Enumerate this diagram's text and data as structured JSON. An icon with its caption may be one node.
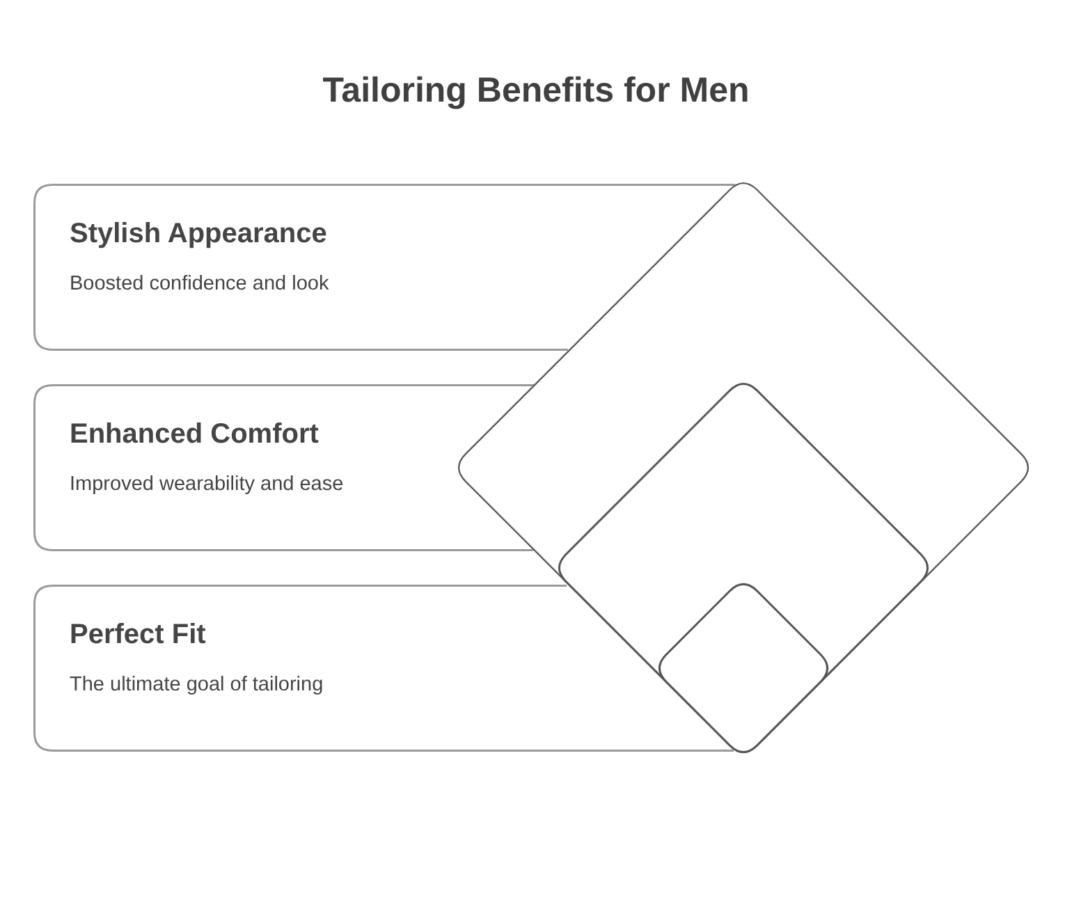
{
  "diagram": {
    "title": "Tailoring Benefits for Men",
    "nodes": [
      {
        "text": [
          "Stylish Appearance",
          "Boosted confidence and look"
        ]
      },
      {
        "text": [
          "Enhanced Comfort",
          "Improved wearability and ease"
        ]
      },
      {
        "text": [
          "Perfect Fit",
          "The ultimate goal of tailoring"
        ]
      },
      {
        "text": [],
        "shape": "diamond"
      },
      {
        "text": [],
        "shape": "diamond",
        "in": 3
      },
      {
        "text": [],
        "shape": "diamond",
        "in": 4
      }
    ]
  }
}
